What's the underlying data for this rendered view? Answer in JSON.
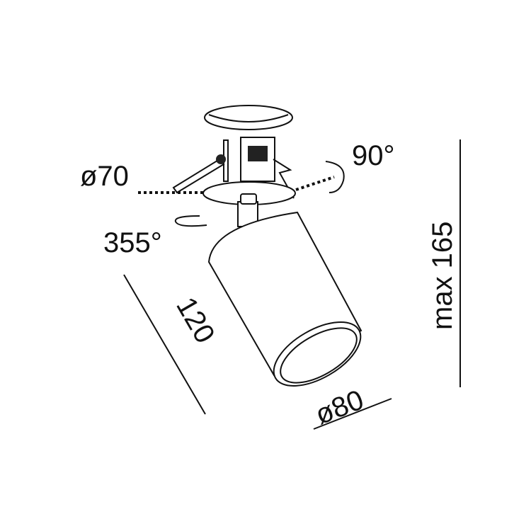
{
  "dimensions": {
    "cutout_diameter": "ø70",
    "tilt_angle": "90°",
    "rotation_angle": "355°",
    "length": "120",
    "body_diameter": "ø80",
    "max_height": "max 165"
  }
}
